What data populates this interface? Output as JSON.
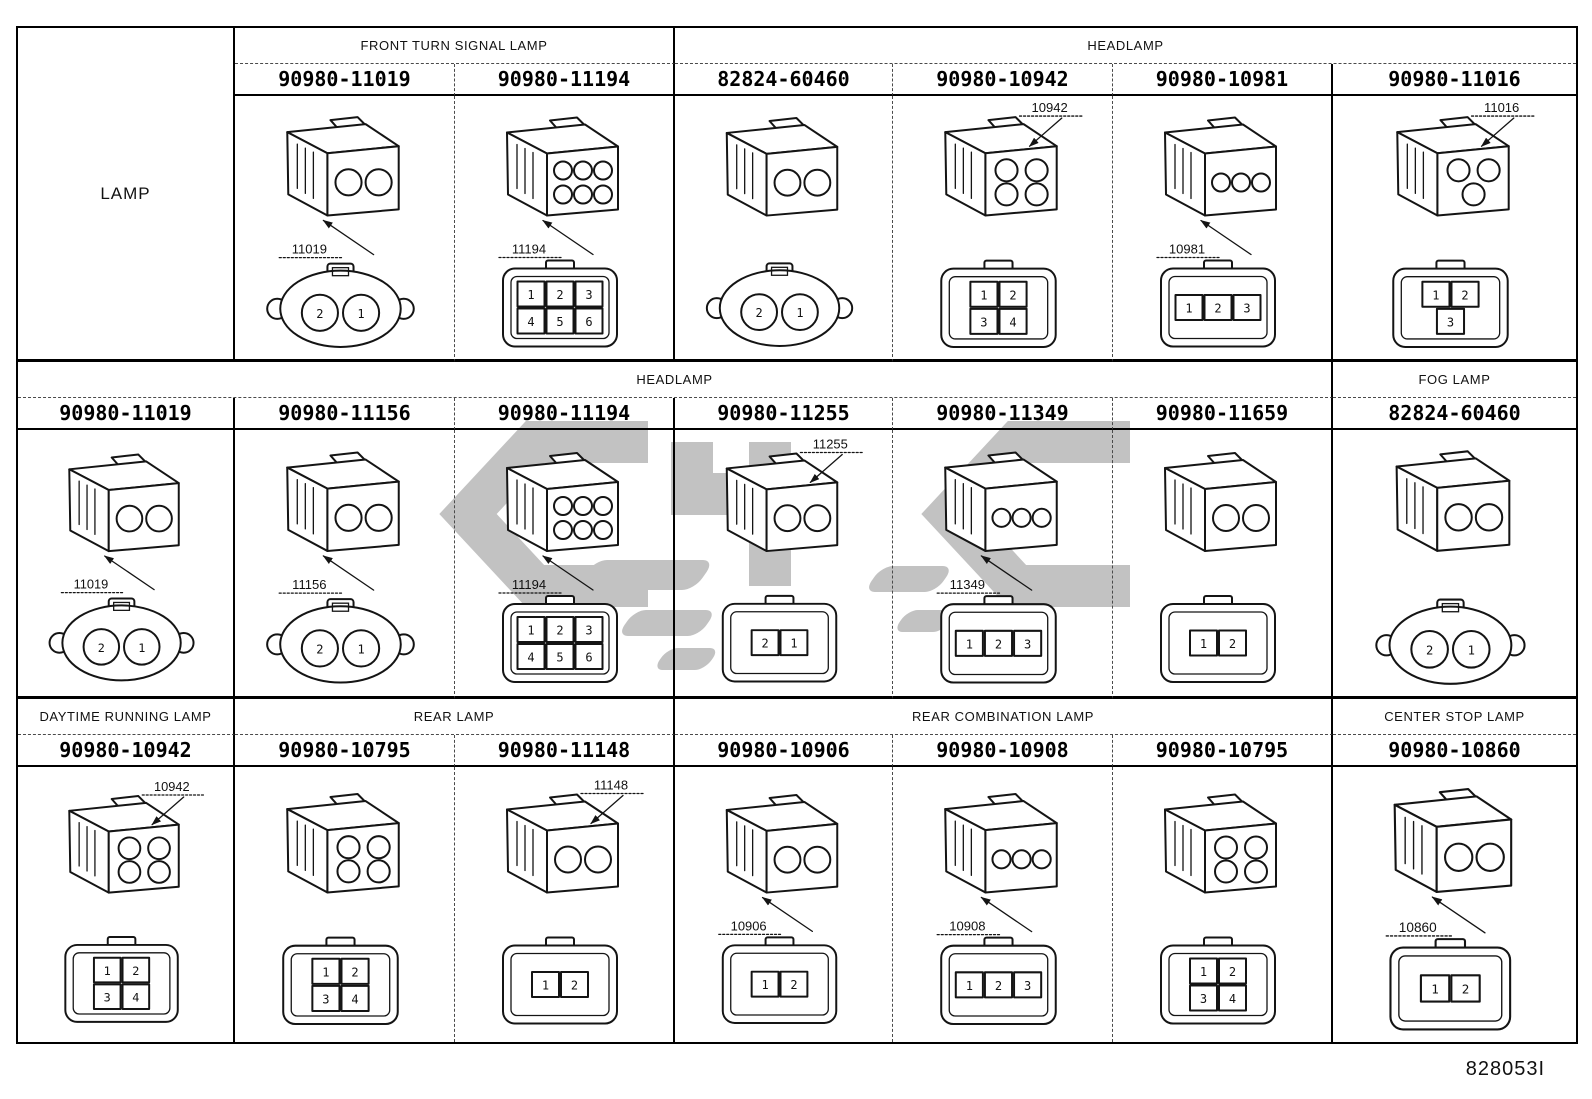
{
  "page": {
    "row_label": "LAMP",
    "footer_code": "828053I"
  },
  "colors": {
    "line": "#141414",
    "table_border": "#000000",
    "watermark": "#b8b8b8",
    "background": "#ffffff"
  },
  "table": {
    "sections": [
      {
        "side_label": "LAMP",
        "groups": [
          {
            "label": "FRONT TURN SIGNAL LAMP",
            "col": 2,
            "span": 2
          },
          {
            "label": "HEADLAMP",
            "col": 4,
            "span": 4
          }
        ],
        "cells": [
          {
            "col": 2,
            "part_number": "90980-11019",
            "callout": "11019",
            "callout_pos": "below",
            "pin_style": "circle",
            "front_pins": [
              [
                "2",
                "1"
              ]
            ]
          },
          {
            "col": 3,
            "part_number": "90980-11194",
            "callout": "11194",
            "callout_pos": "below",
            "pin_style": "square",
            "front_pins": [
              [
                "1",
                "2",
                "3"
              ],
              [
                "4",
                "5",
                "6"
              ]
            ]
          },
          {
            "col": 4,
            "part_number": "82824-60460",
            "callout": null,
            "callout_pos": null,
            "pin_style": "circle",
            "front_pins": [
              [
                "2",
                "1"
              ]
            ]
          },
          {
            "col": 5,
            "part_number": "90980-10942",
            "callout": "10942",
            "callout_pos": "above",
            "pin_style": "square",
            "front_pins": [
              [
                "1",
                "2"
              ],
              [
                "3",
                "4"
              ]
            ]
          },
          {
            "col": 6,
            "part_number": "90980-10981",
            "callout": "10981",
            "callout_pos": "below",
            "pin_style": "square",
            "front_pins": [
              [
                "1",
                "2",
                "3"
              ]
            ]
          },
          {
            "col": 7,
            "part_number": "90980-11016",
            "callout": "11016",
            "callout_pos": "above",
            "pin_style": "square",
            "front_pins": [
              [
                "1",
                "2"
              ],
              [
                "3"
              ]
            ]
          }
        ]
      },
      {
        "side_label": null,
        "groups": [
          {
            "label": "HEADLAMP",
            "col": 1,
            "span": 6
          },
          {
            "label": "FOG LAMP",
            "col": 7,
            "span": 1
          }
        ],
        "cells": [
          {
            "col": 1,
            "part_number": "90980-11019",
            "callout": "11019",
            "callout_pos": "below",
            "pin_style": "circle",
            "front_pins": [
              [
                "2",
                "1"
              ]
            ]
          },
          {
            "col": 2,
            "part_number": "90980-11156",
            "callout": "11156",
            "callout_pos": "below",
            "pin_style": "circle",
            "front_pins": [
              [
                "2",
                "1"
              ]
            ]
          },
          {
            "col": 3,
            "part_number": "90980-11194",
            "callout": "11194",
            "callout_pos": "below",
            "pin_style": "square",
            "front_pins": [
              [
                "1",
                "2",
                "3"
              ],
              [
                "4",
                "5",
                "6"
              ]
            ]
          },
          {
            "col": 4,
            "part_number": "90980-11255",
            "callout": "11255",
            "callout_pos": "above",
            "pin_style": "square",
            "front_pins": [
              [
                "2",
                "1"
              ]
            ]
          },
          {
            "col": 5,
            "part_number": "90980-11349",
            "callout": "11349",
            "callout_pos": "below",
            "pin_style": "square",
            "front_pins": [
              [
                "1",
                "2",
                "3"
              ]
            ]
          },
          {
            "col": 6,
            "part_number": "90980-11659",
            "callout": null,
            "callout_pos": null,
            "pin_style": "square",
            "front_pins": [
              [
                "1",
                "2"
              ]
            ]
          },
          {
            "col": 7,
            "part_number": "82824-60460",
            "callout": null,
            "callout_pos": null,
            "pin_style": "circle",
            "front_pins": [
              [
                "2",
                "1"
              ]
            ]
          }
        ]
      },
      {
        "side_label": null,
        "groups": [
          {
            "label": "DAYTIME RUNNING LAMP",
            "col": 1,
            "span": 1
          },
          {
            "label": "REAR LAMP",
            "col": 2,
            "span": 2
          },
          {
            "label": "REAR COMBINATION LAMP",
            "col": 4,
            "span": 3
          },
          {
            "label": "CENTER STOP LAMP",
            "col": 7,
            "span": 1
          }
        ],
        "cells": [
          {
            "col": 1,
            "part_number": "90980-10942",
            "callout": "10942",
            "callout_pos": "above",
            "pin_style": "square",
            "front_pins": [
              [
                "1",
                "2"
              ],
              [
                "3",
                "4"
              ]
            ]
          },
          {
            "col": 2,
            "part_number": "90980-10795",
            "callout": null,
            "callout_pos": null,
            "pin_style": "square",
            "front_pins": [
              [
                "1",
                "2"
              ],
              [
                "3",
                "4"
              ]
            ]
          },
          {
            "col": 3,
            "part_number": "90980-11148",
            "callout": "11148",
            "callout_pos": "above",
            "pin_style": "square",
            "front_pins": [
              [
                "1",
                "2"
              ]
            ]
          },
          {
            "col": 4,
            "part_number": "90980-10906",
            "callout": "10906",
            "callout_pos": "below",
            "pin_style": "square",
            "front_pins": [
              [
                "1",
                "2"
              ]
            ]
          },
          {
            "col": 5,
            "part_number": "90980-10908",
            "callout": "10908",
            "callout_pos": "below",
            "pin_style": "square",
            "front_pins": [
              [
                "1",
                "2",
                "3"
              ]
            ]
          },
          {
            "col": 6,
            "part_number": "90980-10795",
            "callout": null,
            "callout_pos": null,
            "pin_style": "square",
            "front_pins": [
              [
                "1",
                "2"
              ],
              [
                "3",
                "4"
              ]
            ]
          },
          {
            "col": 7,
            "part_number": "90980-10860",
            "callout": "10860",
            "callout_pos": "below",
            "pin_style": "square",
            "front_pins": [
              [
                "1",
                "2"
              ]
            ]
          }
        ]
      }
    ]
  }
}
